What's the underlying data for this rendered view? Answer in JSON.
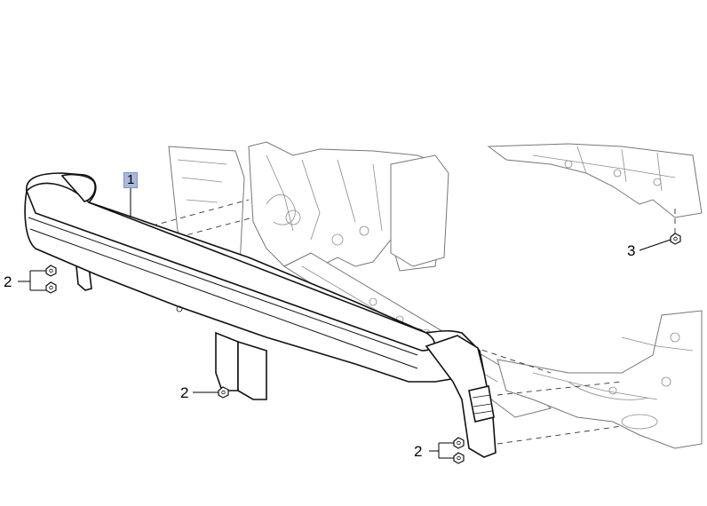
{
  "callouts": {
    "part_1": "1",
    "nuts_left": "2",
    "nut_right": "3",
    "nut_bottom_center": "2",
    "nuts_bottom_right": "2"
  },
  "colors": {
    "highlight": "#a9b9dc",
    "line": "#111111",
    "background_line": "#8a8a8a"
  }
}
